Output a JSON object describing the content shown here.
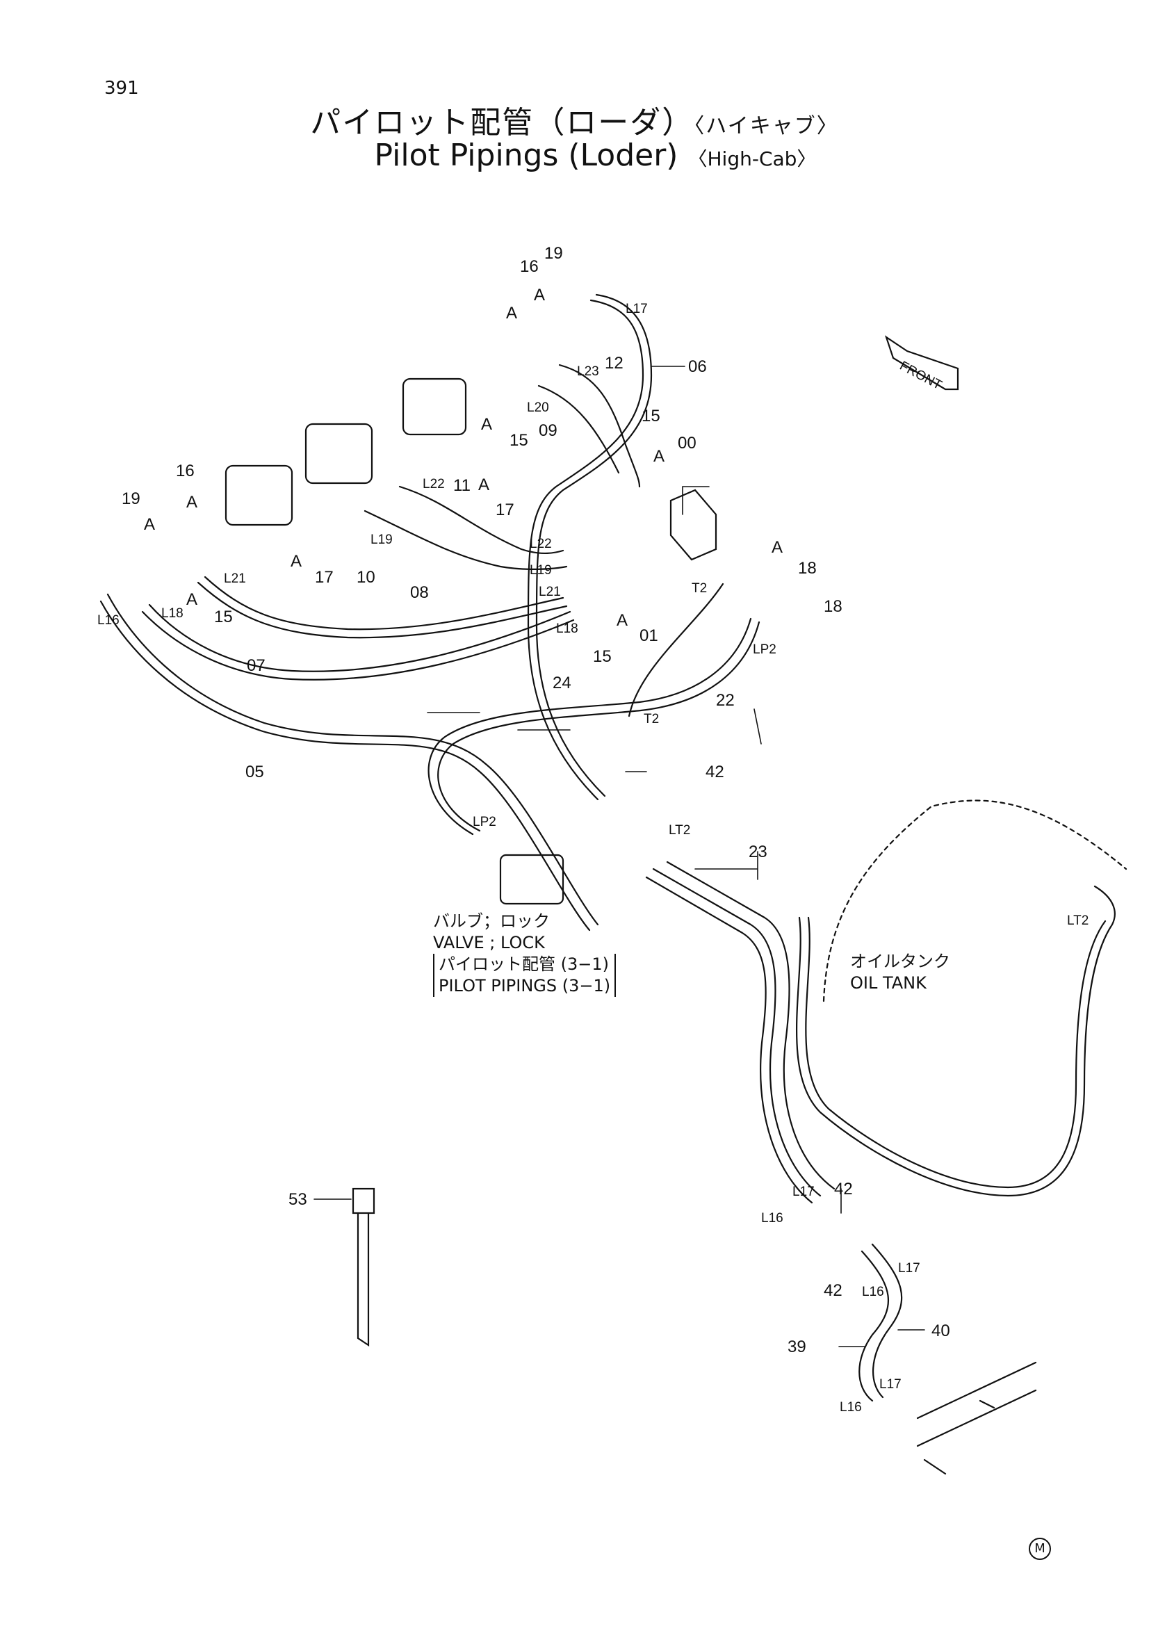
{
  "page_number": "391",
  "title": {
    "jp": "パイロット配管（ローダ）",
    "jp_sub": "〈ハイキャブ〉",
    "en": "Pilot Pipings (Loder)",
    "en_sub": "〈High-Cab〉"
  },
  "front_label": "FRONT",
  "part_numbers": [
    "00",
    "01",
    "05",
    "06",
    "07",
    "08",
    "09",
    "10",
    "11",
    "12",
    "15",
    "16",
    "17",
    "18",
    "19",
    "22",
    "23",
    "24",
    "39",
    "40",
    "42",
    "53"
  ],
  "port_labels": [
    "L16",
    "L17",
    "L18",
    "L19",
    "L20",
    "L21",
    "L22",
    "L23",
    "T2",
    "LP2",
    "LT2",
    "A"
  ],
  "callouts": {
    "n391": "391",
    "p19a": "19",
    "p16a": "16",
    "p06": "06",
    "p12": "12",
    "p09": "09",
    "p15a": "15",
    "p17a": "17",
    "p11": "11",
    "p15b": "15",
    "p00": "00",
    "p16b": "16",
    "p19b": "19",
    "p17b": "17",
    "p15c": "15",
    "p10": "10",
    "p08": "08",
    "p18a": "18",
    "p18b": "18",
    "p01": "01",
    "p15d": "15",
    "p07": "07",
    "p24": "24",
    "p22": "22",
    "p05": "05",
    "p42a": "42",
    "p23": "23",
    "p53": "53",
    "p42b": "42",
    "p42c": "42",
    "p40": "40",
    "p39": "39",
    "lL17a": "L17",
    "lL23": "L23",
    "lL20": "L20",
    "lL22a": "L22",
    "lL19a": "L19",
    "lL22b": "L22",
    "lL19b": "L19",
    "lL21a": "L21",
    "lL21b": "L21",
    "lL18a": "L18",
    "lL18b": "L18",
    "lL16a": "L16",
    "lT2a": "T2",
    "lLP2a": "LP2",
    "lT2b": "T2",
    "lLP2b": "LP2",
    "lLT2a": "LT2",
    "lLT2b": "LT2",
    "lL17b": "L17",
    "lL16b": "L16",
    "lL17c": "L17",
    "lL16c": "L16",
    "lL17d": "L17",
    "lL16d": "L16",
    "aA1": "A",
    "aA2": "A",
    "aA3": "A",
    "aA4": "A",
    "aA5": "A",
    "aA6": "A",
    "aA7": "A",
    "aA8": "A",
    "aA9": "A",
    "aA10": "A",
    "aA11": "A"
  },
  "valve_note": {
    "jp": "バルブ；ロック",
    "en": "VALVE ; LOCK",
    "ref_jp": "パイロット配管 (3−1)",
    "ref_en": "PILOT  PIPINGS (3−1)"
  },
  "tank_note": {
    "jp": "オイルタンク",
    "en": "OIL  TANK"
  },
  "maker_mark": "M"
}
